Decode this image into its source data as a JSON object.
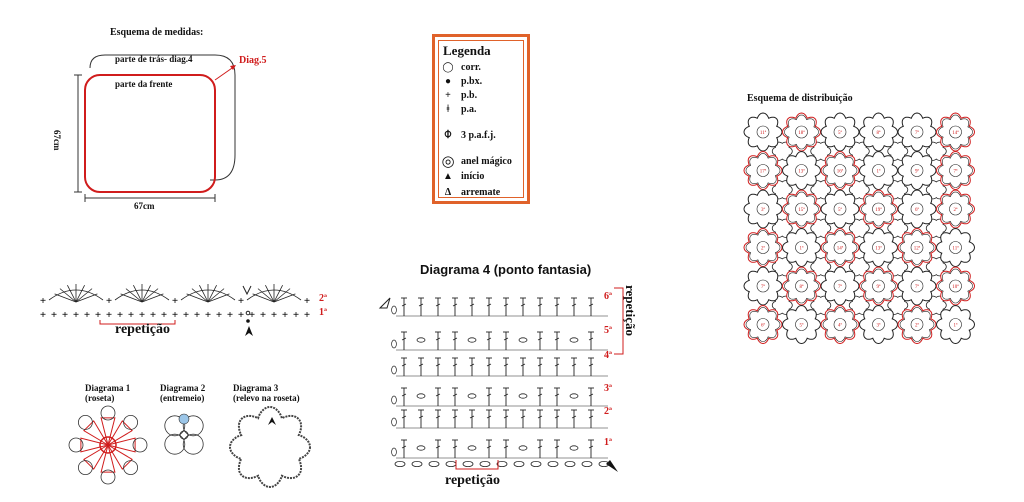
{
  "medidas": {
    "title": "Esquema de medidas:",
    "back_label": "parte de trás- diag.4",
    "front_label": "parte da frente",
    "diag_ref": "Diag.5",
    "height_label": "67cm",
    "width_label": "67cm"
  },
  "legend": {
    "title": "Legenda",
    "items": [
      {
        "symbol": "chain",
        "label": "corr."
      },
      {
        "symbol": "slip-stitch",
        "label": "p.bx."
      },
      {
        "symbol": "single-crochet",
        "label": "p.b."
      },
      {
        "symbol": "double-crochet",
        "label": "p.a."
      },
      {
        "symbol": "3-dc-cluster",
        "label": "3 p.a.f.j."
      },
      {
        "symbol": "magic-ring",
        "label": "anel mágico"
      },
      {
        "symbol": "start-arrow",
        "label": "início"
      },
      {
        "symbol": "fasten-off",
        "label": "arremate"
      }
    ]
  },
  "distribuicao": {
    "title": "Esquema de distribuição",
    "grid": [
      [
        "11ª",
        "18ª",
        "5ª",
        "8ª",
        "7ª",
        "14ª"
      ],
      [
        "17ª",
        "13ª",
        "16ª",
        "1ª",
        "9ª",
        "7ª"
      ],
      [
        "3ª",
        "15ª",
        "5ª",
        "19ª",
        "6ª",
        "2ª"
      ],
      [
        "2ª",
        "1ª",
        "14ª",
        "13ª",
        "12ª",
        "11ª"
      ],
      [
        "7ª",
        "8ª",
        "7ª",
        "9ª",
        "7ª",
        "10ª"
      ],
      [
        "6ª",
        "5ª",
        "4ª",
        "3ª",
        "2ª",
        "1ª"
      ]
    ],
    "red_cells": [
      [
        0,
        1
      ],
      [
        0,
        5
      ],
      [
        1,
        0
      ],
      [
        1,
        2
      ],
      [
        1,
        5
      ],
      [
        2,
        1
      ],
      [
        2,
        3
      ],
      [
        2,
        5
      ],
      [
        3,
        0
      ],
      [
        3,
        2
      ],
      [
        3,
        4
      ],
      [
        4,
        1
      ],
      [
        4,
        3
      ],
      [
        4,
        5
      ],
      [
        5,
        0
      ],
      [
        5,
        2
      ],
      [
        5,
        4
      ]
    ],
    "colors": {
      "red": "#d01c1c",
      "black": "#222222"
    }
  },
  "borda": {
    "row_labels": [
      "2ª",
      "1ª"
    ],
    "repeat_label": "repetição"
  },
  "diagramas_small": [
    {
      "title": "Diagrama 1",
      "subtitle": "(roseta)"
    },
    {
      "title": "Diagrama 2",
      "subtitle": "(entremeio)"
    },
    {
      "title": "Diagrama 3",
      "subtitle": "(relevo na roseta)"
    }
  ],
  "diagrama4": {
    "title": "Diagrama 4 (ponto fantasia)",
    "row_labels": [
      "6ª",
      "5ª",
      "4ª",
      "3ª",
      "2ª",
      "1ª"
    ],
    "repeat_side_label": "repetição",
    "repeat_bottom_label": "repetição"
  }
}
